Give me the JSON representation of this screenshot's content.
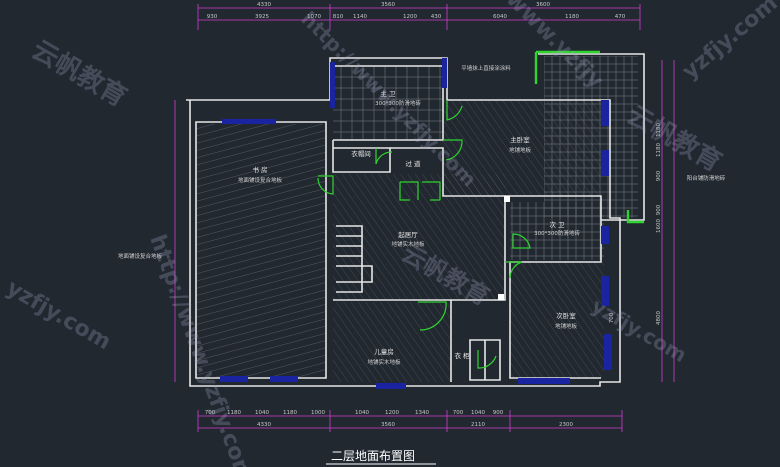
{
  "drawing_title": "二层地面布置图",
  "colors": {
    "background": "#212830",
    "wall": "#e6e6e6",
    "dimension": "#d23cd2",
    "door": "#2fd42f",
    "window": "#1a23a0"
  },
  "rooms": {
    "study": {
      "name": "书 房",
      "floor": "地面铺设复合地板"
    },
    "master_bath": {
      "name": "主 卫",
      "floor": "300*300防滑地砖"
    },
    "master_bedroom": {
      "name": "主卧室",
      "floor": "地铺地板"
    },
    "closet": {
      "name": "衣帽间"
    },
    "corridor": {
      "name": "过 道"
    },
    "living_room": {
      "name": "起居厅",
      "floor": "地铺实木地板"
    },
    "bath2": {
      "name": "次 卫",
      "floor": "300*300防滑地砖"
    },
    "second_bedroom": {
      "name": "次卧室",
      "floor": "地铺地板"
    },
    "children_room": {
      "name": "儿童房",
      "floor": "地铺实木地板"
    },
    "wardrobe": {
      "name": "衣 柜"
    }
  },
  "notes": {
    "wall_finish": "平墙抹上直接涂涂料",
    "left_side_note": "地面铺设复合地板",
    "balcony_note": "阳台铺防滑地砖"
  },
  "dimensions": {
    "top_totals": [
      "4330",
      "3560",
      "3600"
    ],
    "top_segments": [
      "930",
      "3925",
      "1070",
      "810",
      "1140",
      "1200",
      "430",
      "6040",
      "1180",
      "470"
    ],
    "bottom_segments": [
      "700",
      "1180",
      "1040",
      "1180",
      "1000",
      "1040",
      "1200",
      "1340",
      "700",
      "1040",
      "900"
    ],
    "bottom_totals": [
      "4330",
      "3560",
      "2110",
      "2300"
    ],
    "right_segments": [
      "1180",
      "900",
      "1600",
      "1180",
      "900",
      "4800",
      "700"
    ]
  },
  "watermarks": {
    "url_main": "http://www.yzfjy.com",
    "url_short": "yzfjy.com",
    "brand": "云帆教育",
    "url_top": "www.yzfjy"
  }
}
